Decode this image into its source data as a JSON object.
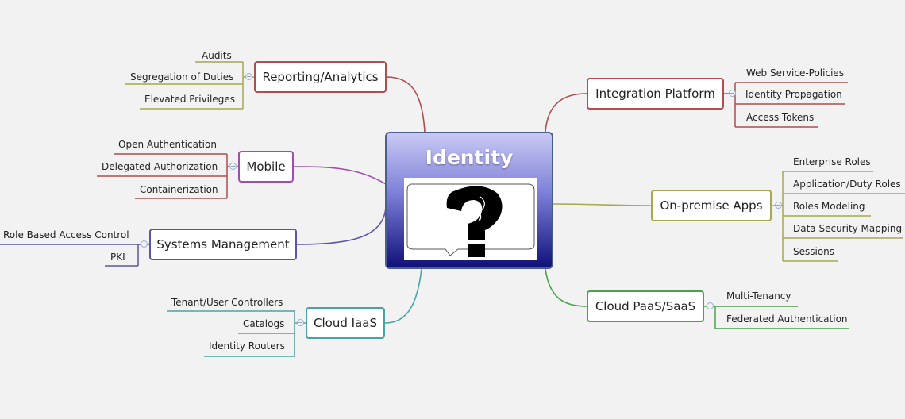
{
  "central": {
    "title": "Identity",
    "image": "question-mark-head-icon"
  },
  "branches": {
    "reporting": {
      "label": "Reporting/Analytics",
      "color": "#b04d4d",
      "items": [
        "Audits",
        "Segregation of Duties",
        "Elevated Privileges"
      ]
    },
    "mobile": {
      "label": "Mobile",
      "color": "#a24bb0",
      "items": [
        "Open Authentication",
        "Delegated Authorization",
        "Containerization"
      ]
    },
    "systems": {
      "label": "Systems Management",
      "color": "#5a55a8",
      "items": [
        "Role Based Access Control",
        "PKI"
      ]
    },
    "iaas": {
      "label": "Cloud IaaS",
      "color": "#4aa3a3",
      "items": [
        "Tenant/User Controllers",
        "Catalogs",
        "Identity Routers"
      ]
    },
    "integration": {
      "label": "Integration Platform",
      "color": "#b04d4d",
      "items": [
        "Web Service-Policies",
        "Identity Propagation",
        "Access Tokens"
      ]
    },
    "onprem": {
      "label": "On-premise Apps",
      "color": "#a8a84e",
      "items": [
        "Enterprise Roles",
        "Application/Duty Roles",
        "Roles Modeling",
        "Data Security Mapping",
        "Sessions"
      ]
    },
    "paas": {
      "label": "Cloud PaaS/SaaS",
      "color": "#4aa34a",
      "items": [
        "Multi-Tenancy",
        "Federated Authentication"
      ]
    }
  }
}
